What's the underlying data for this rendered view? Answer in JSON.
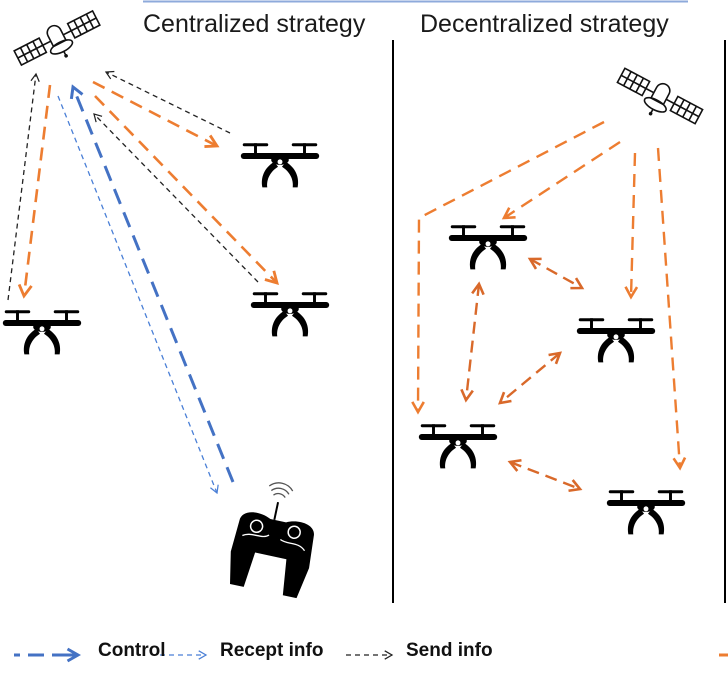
{
  "figure": {
    "titles": {
      "centralized": "Centralized strategy",
      "decentralized": "Decentralized strategy"
    },
    "colors": {
      "control": "#4472c4",
      "recept": "#4a7fd6",
      "send": "#222222",
      "orange": "#ed7d31",
      "peer": "#d9692a",
      "divider": "#000000",
      "top_rule": "#8eaadb"
    },
    "legend": [
      {
        "key": "control",
        "label": "Control",
        "style": "long-dash-blue-bold"
      },
      {
        "key": "recept",
        "label": "Recept info",
        "style": "short-dash-blue"
      },
      {
        "key": "send",
        "label": "Send info",
        "style": "short-dash-black"
      },
      {
        "key": "orange",
        "label": "",
        "style": "long-dash-orange (cut off)"
      }
    ],
    "nodes": {
      "centralized": [
        "satellite",
        "drone-left",
        "drone-top-right",
        "drone-mid-right",
        "remote-controller"
      ],
      "decentralized": [
        "satellite",
        "drone-a",
        "drone-b",
        "drone-c",
        "drone-d"
      ]
    },
    "icons": [
      "satellite-icon",
      "drone-icon",
      "remote-controller-icon",
      "wifi-icon"
    ]
  }
}
